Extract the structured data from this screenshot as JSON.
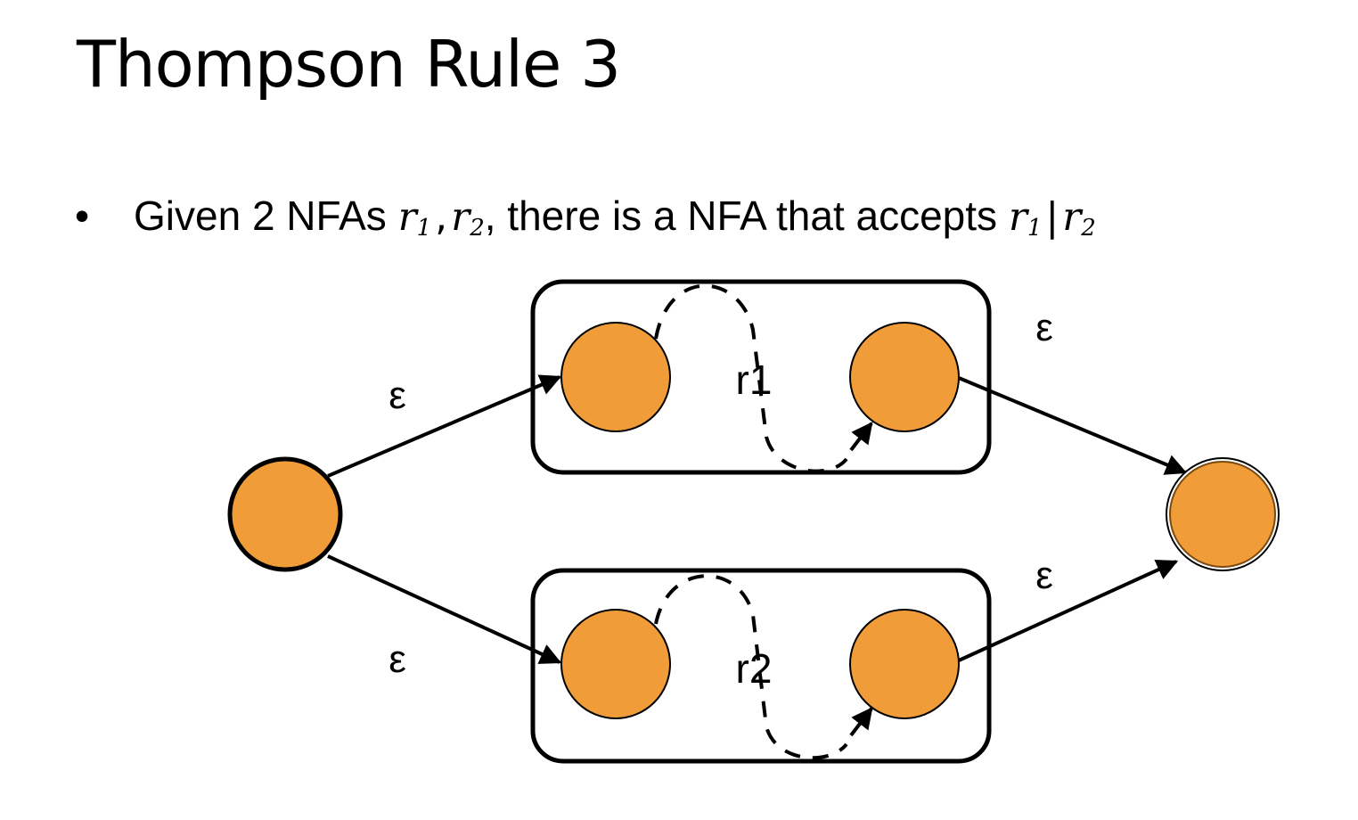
{
  "title": "Thompson Rule 3",
  "bullet": {
    "marker": "•",
    "text_before": "Given 2 NFAs ",
    "r1_base": "r",
    "r1_sub": "1",
    "comma": ",",
    "r2_base": "r",
    "r2_sub": "2",
    "text_mid": ", there is a NFA that accepts ",
    "union_r1_base": "r",
    "union_r1_sub": "1",
    "union_bar": "|",
    "union_r2_base": "r",
    "union_r2_sub": "2"
  },
  "diagram": {
    "epsilon_label": "ε",
    "sub_nfa_top_label": "r1",
    "sub_nfa_bottom_label": "r2",
    "colors": {
      "state_fill": "#F09C38",
      "stroke": "#000000",
      "accept_ring": "#7a4a10"
    }
  }
}
